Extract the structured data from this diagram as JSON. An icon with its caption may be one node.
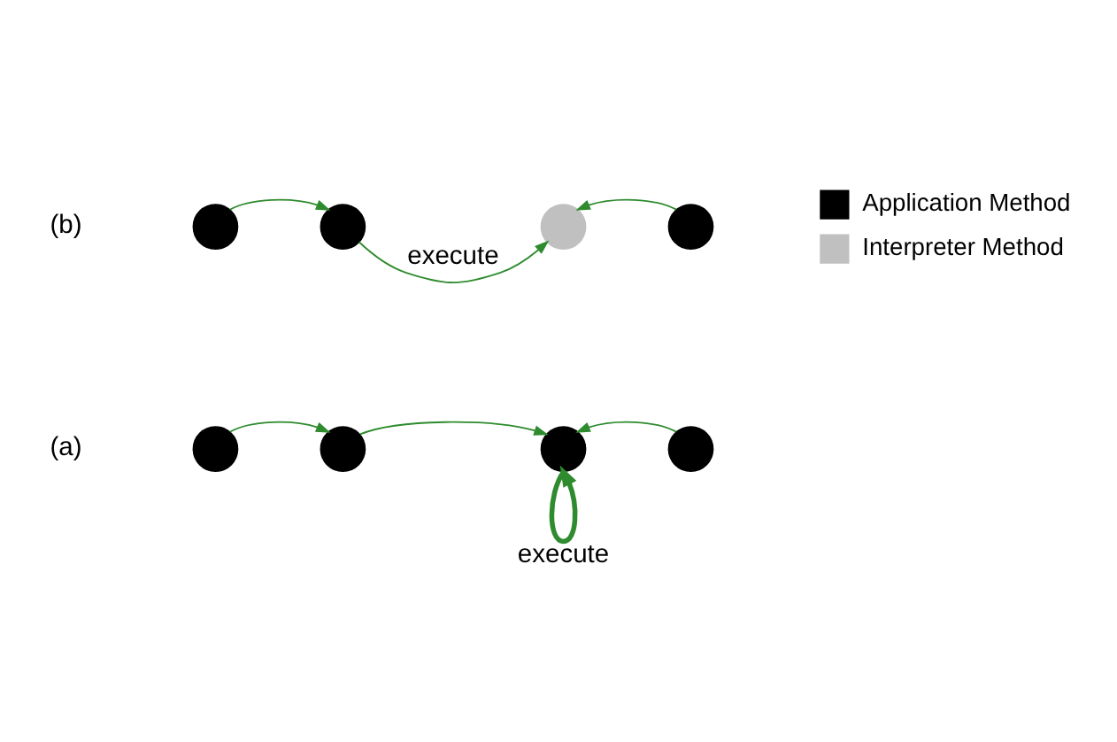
{
  "diagram": {
    "nodes": [
      {
        "text": [],
        "shape": "circle"
      },
      {
        "text": [],
        "shape": "circle"
      },
      {
        "text": [],
        "shape": "circle"
      },
      {
        "text": [],
        "shape": "circle"
      },
      {
        "text": [],
        "shape": "circle"
      },
      {
        "text": [],
        "shape": "circle"
      },
      {
        "text": [],
        "shape": "circle"
      },
      {
        "text": [],
        "shape": "circle"
      }
    ],
    "edges": [
      {
        "from": 0,
        "to": 1,
        "arrow": "to"
      },
      {
        "from": 1,
        "to": 2,
        "arrow": "to"
      },
      {
        "from": 3,
        "to": 2,
        "arrow": "to"
      },
      {
        "from": 2,
        "to": 2,
        "arrow": "to",
        "label": "execute",
        "style": "thick"
      },
      {
        "from": 4,
        "to": 5,
        "arrow": "to"
      },
      {
        "from": 5,
        "to": 6,
        "arrow": "to",
        "label": "execute"
      },
      {
        "from": 7,
        "to": 6,
        "arrow": "to"
      }
    ],
    "labels": [
      "(a)",
      "(b)"
    ],
    "legend": [
      {
        "text": "Application Method",
        "color": "#000000"
      },
      {
        "text": "Interpreter Method",
        "color": "#c0c0c0"
      }
    ]
  }
}
